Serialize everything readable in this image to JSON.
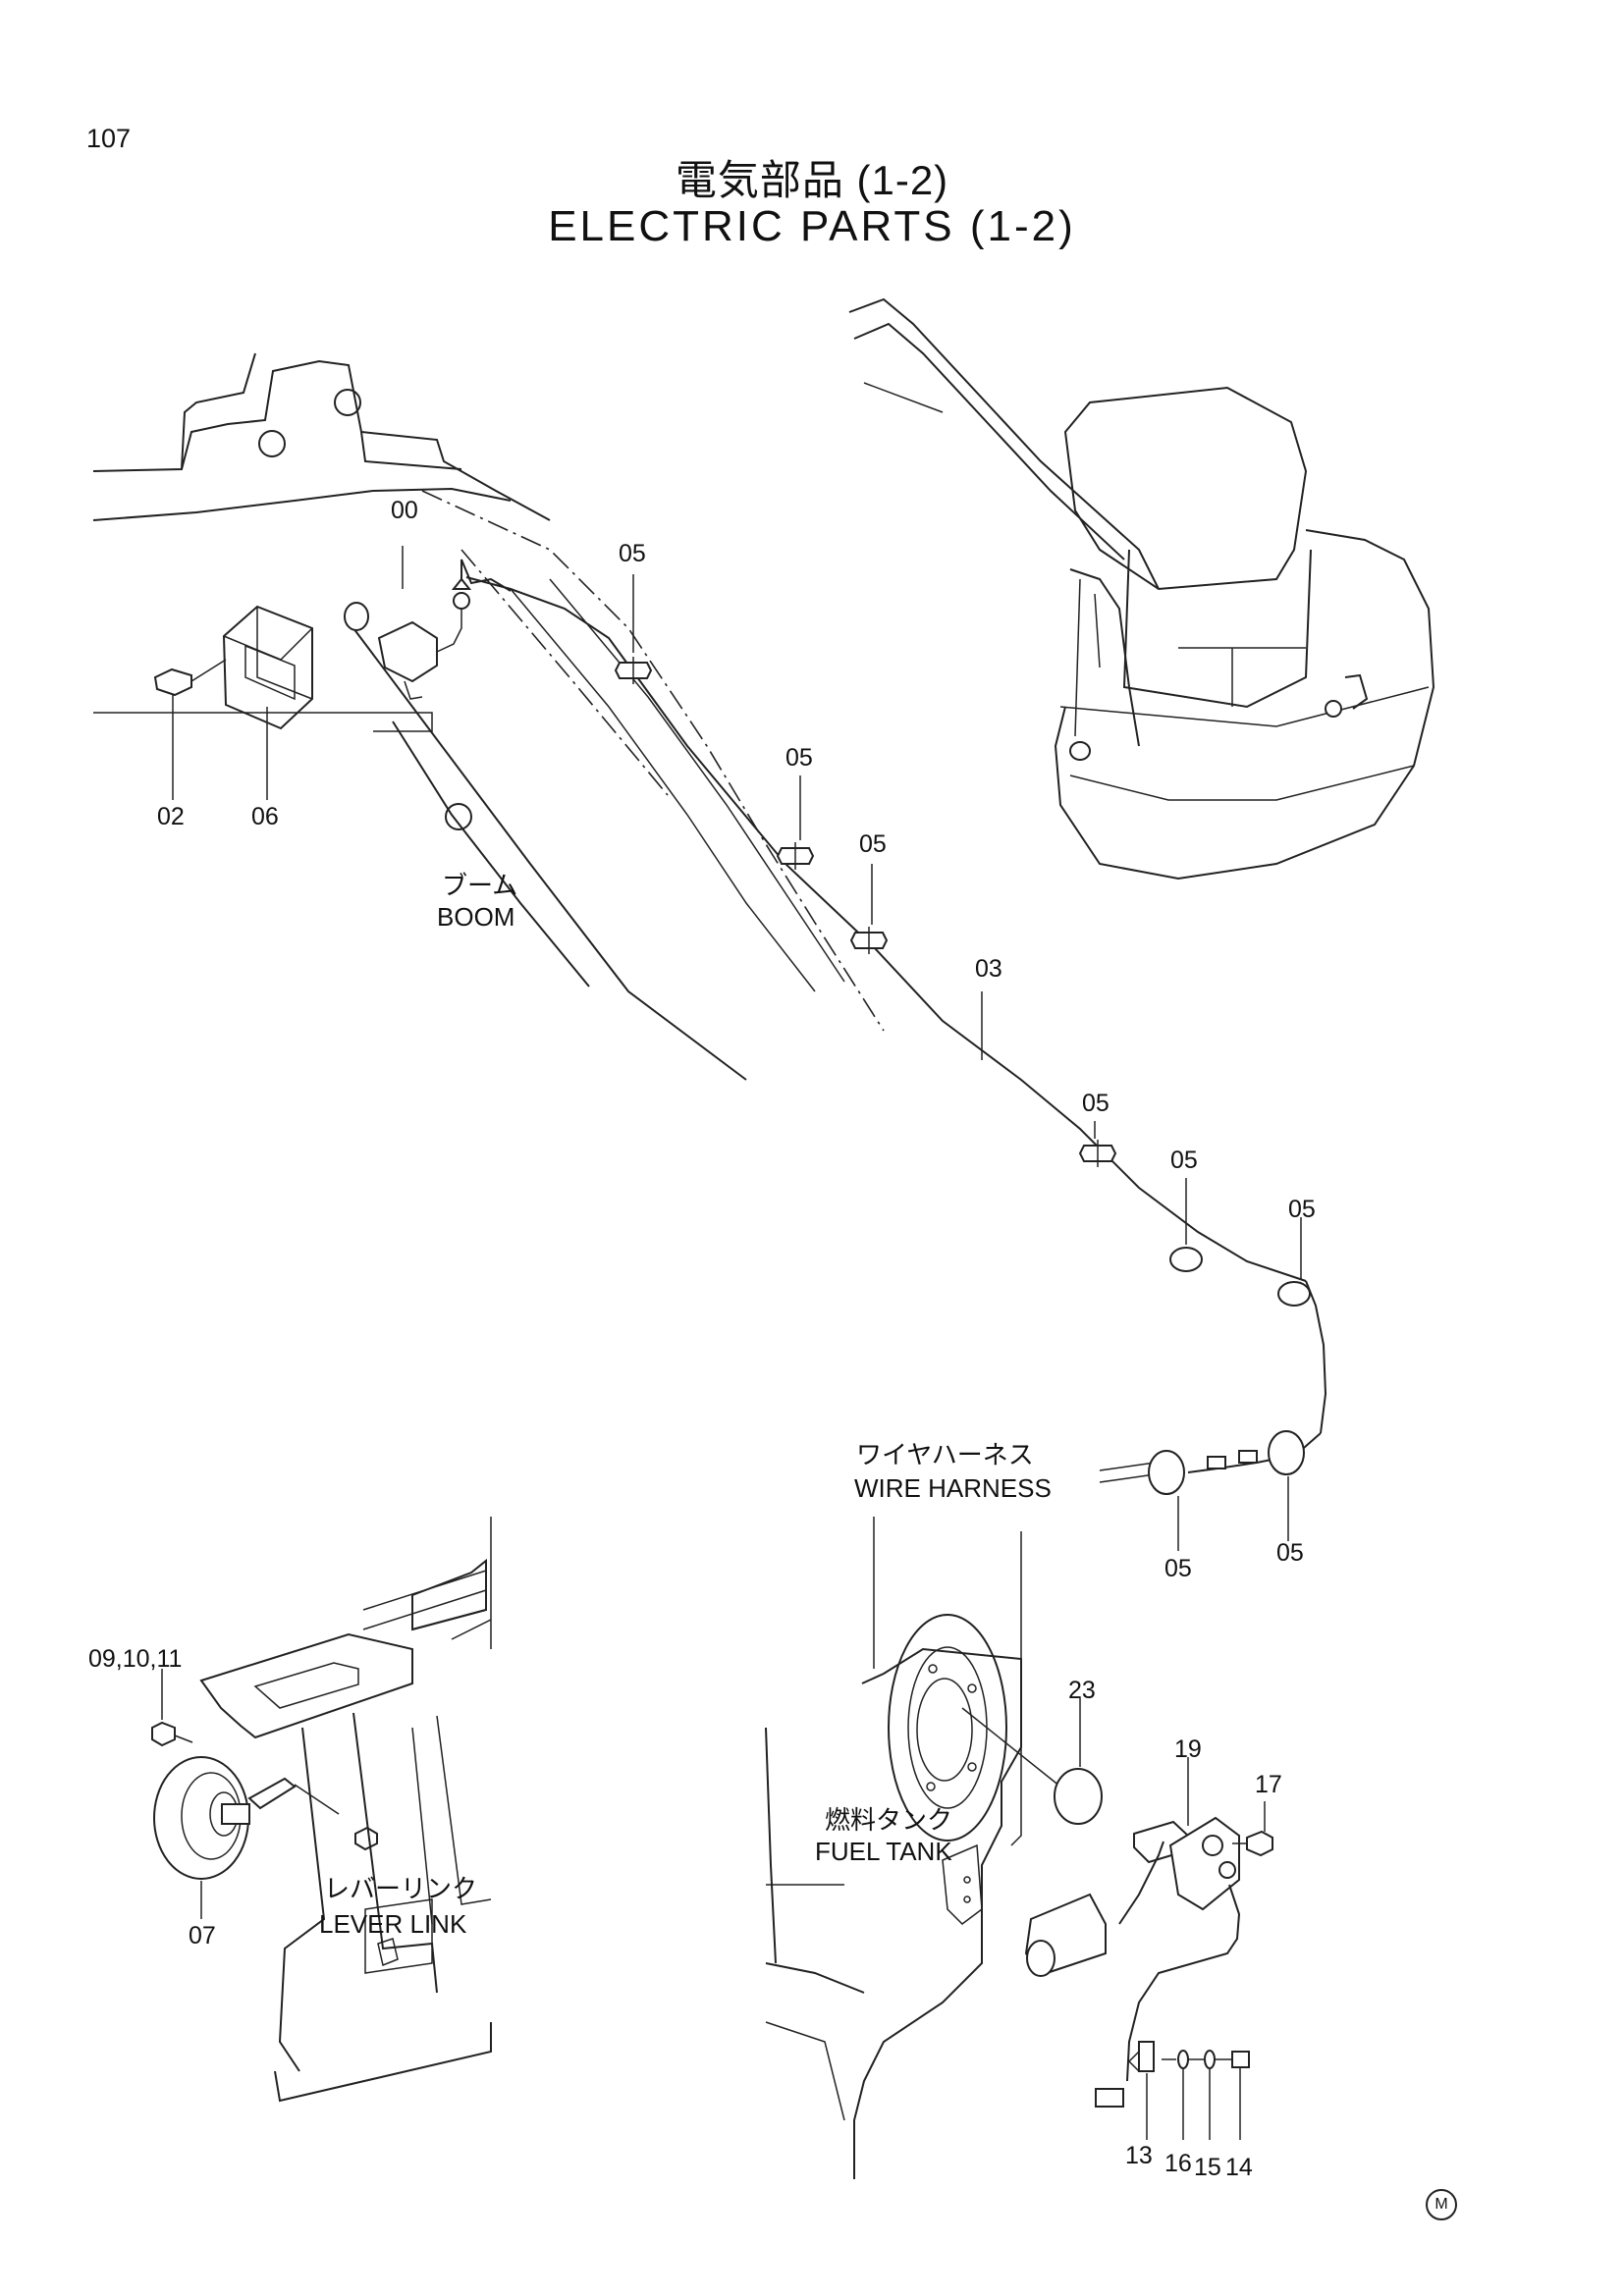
{
  "page_number": "107",
  "title_jp": "電気部品 (1-2)",
  "title_en": "ELECTRIC PARTS (1-2)",
  "callouts": {
    "c00": "00",
    "c02": "02",
    "c03": "03",
    "c05": "05",
    "c06": "06",
    "c07": "07",
    "c09": "09,10,11",
    "c13": "13",
    "c14": "14",
    "c15": "15",
    "c16": "16",
    "c17": "17",
    "c19": "19",
    "c23": "23"
  },
  "names": {
    "boom_jp": "ブーム",
    "boom_en": "BOOM",
    "harness_jp": "ワイヤハーネス",
    "harness_en": "WIRE HARNESS",
    "fuel_jp": "燃料タンク",
    "fuel_en": "FUEL TANK",
    "lever_jp": "レバーリンク",
    "lever_en": "LEVER LINK"
  },
  "corner_mark": "M"
}
